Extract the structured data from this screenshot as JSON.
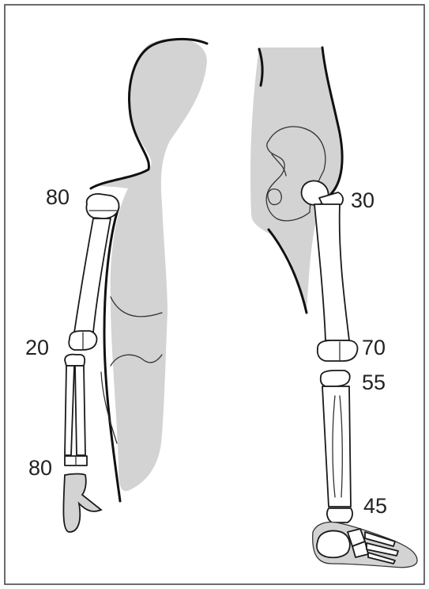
{
  "labels": {
    "arm_shoulder": "80",
    "arm_elbow": "20",
    "arm_wrist": "80",
    "leg_hip": "30",
    "leg_knee_upper": "70",
    "leg_knee_lower": "55",
    "leg_ankle": "45"
  },
  "colors": {
    "soft_tissue": "#d3d3d3",
    "bone": "#ffffff",
    "outline": "#111111"
  }
}
